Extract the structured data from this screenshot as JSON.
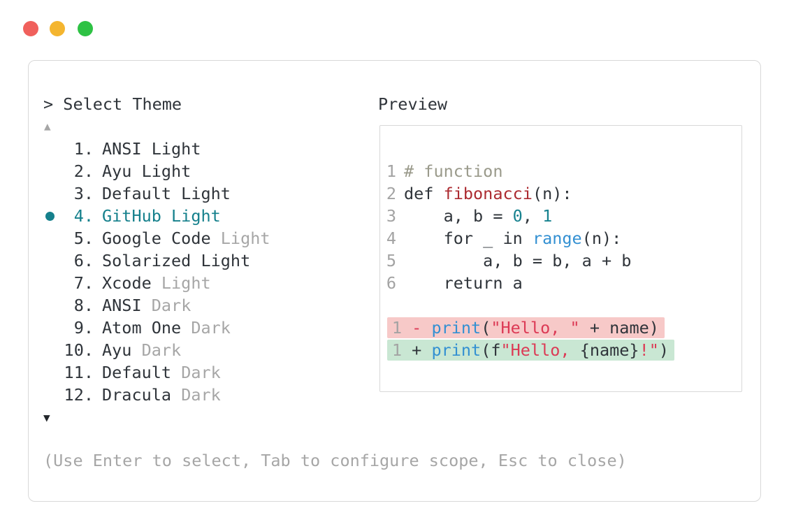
{
  "window": {
    "controls": [
      {
        "name": "close",
        "color": "#F0605C"
      },
      {
        "name": "minimize",
        "color": "#F4B52F"
      },
      {
        "name": "zoom",
        "color": "#2EC244"
      }
    ]
  },
  "theme_picker": {
    "prompt": "> Select Theme",
    "scroll_up_icon": "▲",
    "scroll_down_icon": "▼",
    "items": [
      {
        "number": "1.",
        "name": "ANSI Light",
        "muted_suffix": "",
        "selected": false
      },
      {
        "number": "2.",
        "name": "Ayu Light",
        "muted_suffix": "",
        "selected": false
      },
      {
        "number": "3.",
        "name": "Default Light",
        "muted_suffix": "",
        "selected": false
      },
      {
        "number": "4.",
        "name": "GitHub Light",
        "muted_suffix": "",
        "selected": true
      },
      {
        "number": "5.",
        "name": "Google Code",
        "muted_suffix": "Light",
        "selected": false
      },
      {
        "number": "6.",
        "name": "Solarized Light",
        "muted_suffix": "",
        "selected": false
      },
      {
        "number": "7.",
        "name": "Xcode",
        "muted_suffix": "Light",
        "selected": false
      },
      {
        "number": "8.",
        "name": "ANSI",
        "muted_suffix": "Dark",
        "selected": false
      },
      {
        "number": "9.",
        "name": "Atom One",
        "muted_suffix": "Dark",
        "selected": false
      },
      {
        "number": "10.",
        "name": "Ayu",
        "muted_suffix": "Dark",
        "selected": false
      },
      {
        "number": "11.",
        "name": "Default",
        "muted_suffix": "Dark",
        "selected": false
      },
      {
        "number": "12.",
        "name": "Dracula",
        "muted_suffix": "Dark",
        "selected": false
      }
    ],
    "hint": "(Use Enter to select, Tab to configure scope, Esc to close)"
  },
  "preview": {
    "title": "Preview",
    "code_lines": [
      {
        "num": "1",
        "tokens": [
          [
            "# function",
            "comment"
          ]
        ]
      },
      {
        "num": "2",
        "tokens": [
          [
            "def ",
            "plain"
          ],
          [
            "fibonacci",
            "function"
          ],
          [
            "(n):",
            "plain"
          ]
        ]
      },
      {
        "num": "3",
        "tokens": [
          [
            "    a, b = ",
            "plain"
          ],
          [
            "0",
            "number"
          ],
          [
            ", ",
            "plain"
          ],
          [
            "1",
            "number"
          ]
        ]
      },
      {
        "num": "4",
        "tokens": [
          [
            "    for _ in ",
            "plain"
          ],
          [
            "range",
            "builtin"
          ],
          [
            "(n):",
            "plain"
          ]
        ]
      },
      {
        "num": "5",
        "tokens": [
          [
            "        a, b = b, a + b",
            "plain"
          ]
        ]
      },
      {
        "num": "6",
        "tokens": [
          [
            "    return a",
            "plain"
          ]
        ]
      }
    ],
    "diff_lines": [
      {
        "num": "1",
        "sign": " - ",
        "kind": "removed",
        "tokens": [
          [
            "print",
            "builtin"
          ],
          [
            "(",
            "plain"
          ],
          [
            "\"Hello, \"",
            "string"
          ],
          [
            " + name)",
            "plain"
          ]
        ]
      },
      {
        "num": "1",
        "sign": " + ",
        "kind": "added",
        "tokens": [
          [
            "print",
            "builtin"
          ],
          [
            "(f",
            "plain"
          ],
          [
            "\"Hello, ",
            "string"
          ],
          [
            "{name}",
            "plain"
          ],
          [
            "!\"",
            "string"
          ],
          [
            ")",
            "plain"
          ]
        ]
      }
    ]
  },
  "colors": {
    "accent": "#15808C",
    "text": "#2F343A",
    "muted": "#A6A6A6",
    "line_number": "#A3A3A3",
    "comment": "#9A9A8B",
    "function_name": "#AC2B31",
    "number_literal": "#17828F",
    "builtin": "#3390D2",
    "string": "#DC3A55",
    "diff_removed_bg": "#F7C9C8",
    "diff_added_bg": "#C9E7D3",
    "traffic_red": "#F0605C",
    "traffic_yellow": "#F4B52F",
    "traffic_green": "#2EC244",
    "border": "#D8D8D8"
  }
}
